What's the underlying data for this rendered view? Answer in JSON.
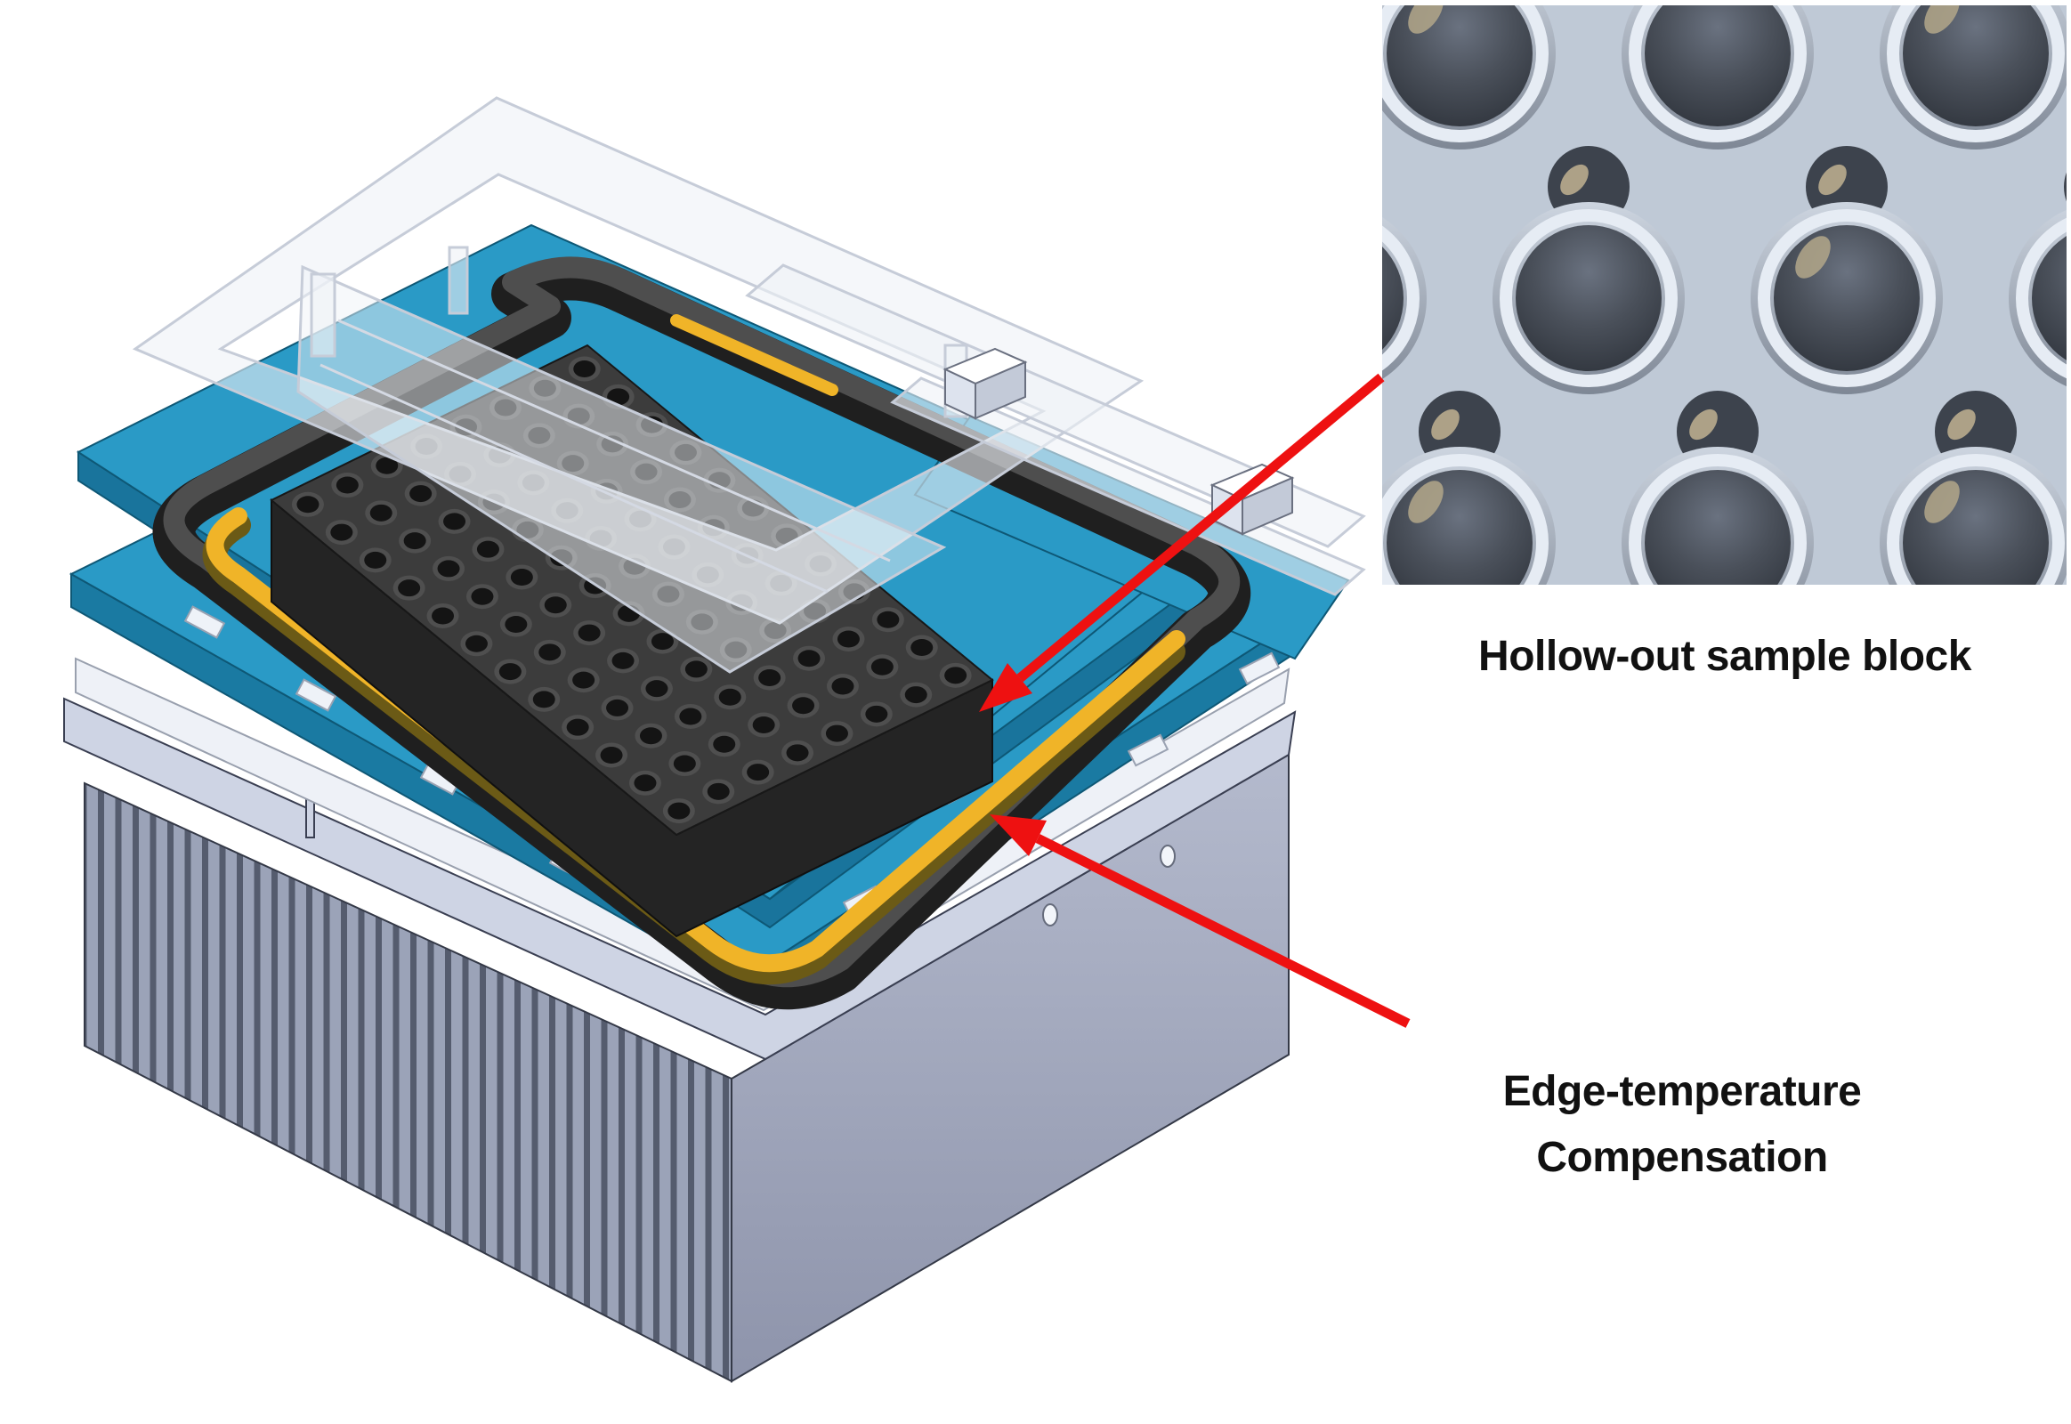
{
  "labels": {
    "inset_caption": "Hollow-out sample block",
    "compensation_line1": "Edge-temperature",
    "compensation_line2": "Compensation"
  },
  "colors": {
    "background": "#ffffff",
    "plate_blue_top": "#2a9ac6",
    "plate_blue_side": "#1a7aa2",
    "gasket_black": "#1f1f1f",
    "gasket_sheen": "#4e4e4e",
    "compensation_yellow": "#f0b428",
    "yellow_shadow": "#6b5a16",
    "block_top": "#3c3c3c",
    "block_side": "#242424",
    "well_hole": "#141414",
    "heatsink_band": "#ced4e4",
    "heatsink_face": "#aab0c6",
    "fin_light": "#9ba3b8",
    "fin_dark": "#555c6e",
    "translucent_frame": "rgba(238,241,247,0.6)",
    "arrow_red": "#ee1111",
    "inset_bg": "#bfc9d6",
    "inset_tube_rim": "#e6ecf4",
    "inset_hole_dark": "#2f343c",
    "inset_tan_highlight": "#b3a78a",
    "text": "#111111"
  },
  "parts": [
    {
      "name": "heat-sink",
      "description": "finned aluminum heat sink base"
    },
    {
      "name": "lower-plate",
      "description": "blue mounting plate"
    },
    {
      "name": "upper-plate",
      "description": "blue sample plate"
    },
    {
      "name": "gasket-ring",
      "description": "black rubber perimeter seal"
    },
    {
      "name": "edge-temperature-compensation",
      "description": "yellow perimeter heater frame"
    },
    {
      "name": "sample-block",
      "description": "black hollow-out well block"
    },
    {
      "name": "translucent-frame",
      "description": "clear plastic retention frame"
    },
    {
      "name": "inset-closeup",
      "description": "magnified view of hollow-out wells"
    }
  ],
  "annotations": [
    {
      "target": "sample-block",
      "label": "Hollow-out sample block"
    },
    {
      "target": "edge-temperature-compensation",
      "label": "Edge-temperature Compensation"
    }
  ]
}
